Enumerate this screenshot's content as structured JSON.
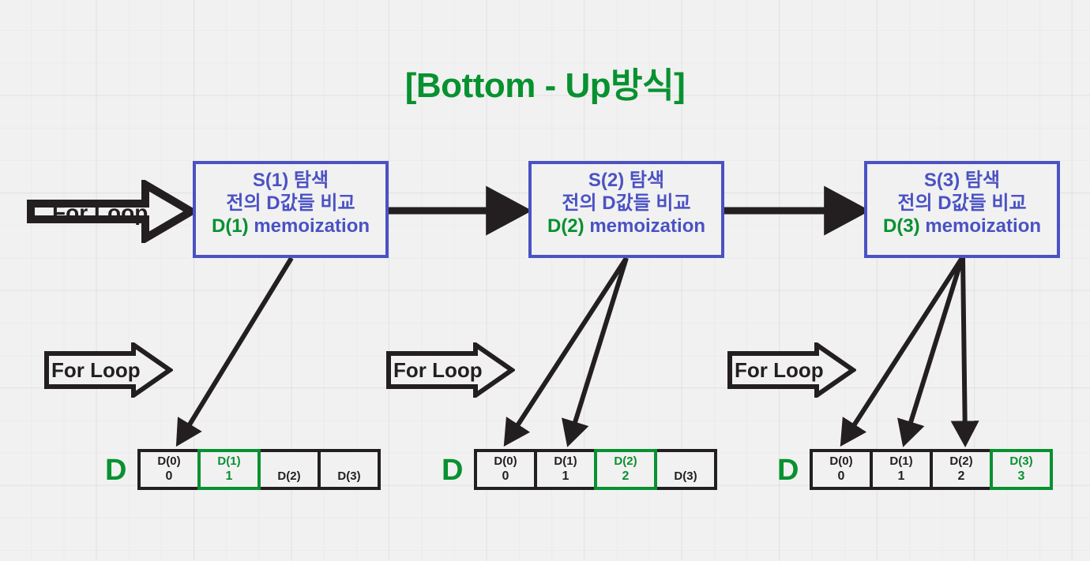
{
  "title": "[Bottom - Up방식]",
  "colors": {
    "accent_green": "#089130",
    "box_blue": "#4a52c4",
    "ink": "#231f20",
    "background": "#f1f1f1"
  },
  "loop_arrows": {
    "top_label": "For Loop",
    "bottom_labels": [
      "For Loop",
      "For Loop",
      "For Loop"
    ]
  },
  "steps": [
    {
      "line1": "S(1) 탐색",
      "line2": "전의 D값들 비교",
      "memo_key": "D(1)",
      "memo_text": " memoization"
    },
    {
      "line1": "S(2) 탐색",
      "line2": "전의 D값들 비교",
      "memo_key": "D(2)",
      "memo_text": " memoization"
    },
    {
      "line1": "S(3) 탐색",
      "line2": "전의 D값들 비교",
      "memo_key": "D(3)",
      "memo_text": " memoization"
    }
  ],
  "arrays": [
    {
      "label": "D",
      "cells": [
        {
          "key": "D(0)",
          "value": "0",
          "highlight": false
        },
        {
          "key": "D(1)",
          "value": "1",
          "highlight": true
        },
        {
          "key": "D(2)",
          "value": "",
          "highlight": false
        },
        {
          "key": "D(3)",
          "value": "",
          "highlight": false
        }
      ]
    },
    {
      "label": "D",
      "cells": [
        {
          "key": "D(0)",
          "value": "0",
          "highlight": false
        },
        {
          "key": "D(1)",
          "value": "1",
          "highlight": false
        },
        {
          "key": "D(2)",
          "value": "2",
          "highlight": true
        },
        {
          "key": "D(3)",
          "value": "",
          "highlight": false
        }
      ]
    },
    {
      "label": "D",
      "cells": [
        {
          "key": "D(0)",
          "value": "0",
          "highlight": false
        },
        {
          "key": "D(1)",
          "value": "1",
          "highlight": false
        },
        {
          "key": "D(2)",
          "value": "2",
          "highlight": false
        },
        {
          "key": "D(3)",
          "value": "3",
          "highlight": true
        }
      ]
    }
  ]
}
